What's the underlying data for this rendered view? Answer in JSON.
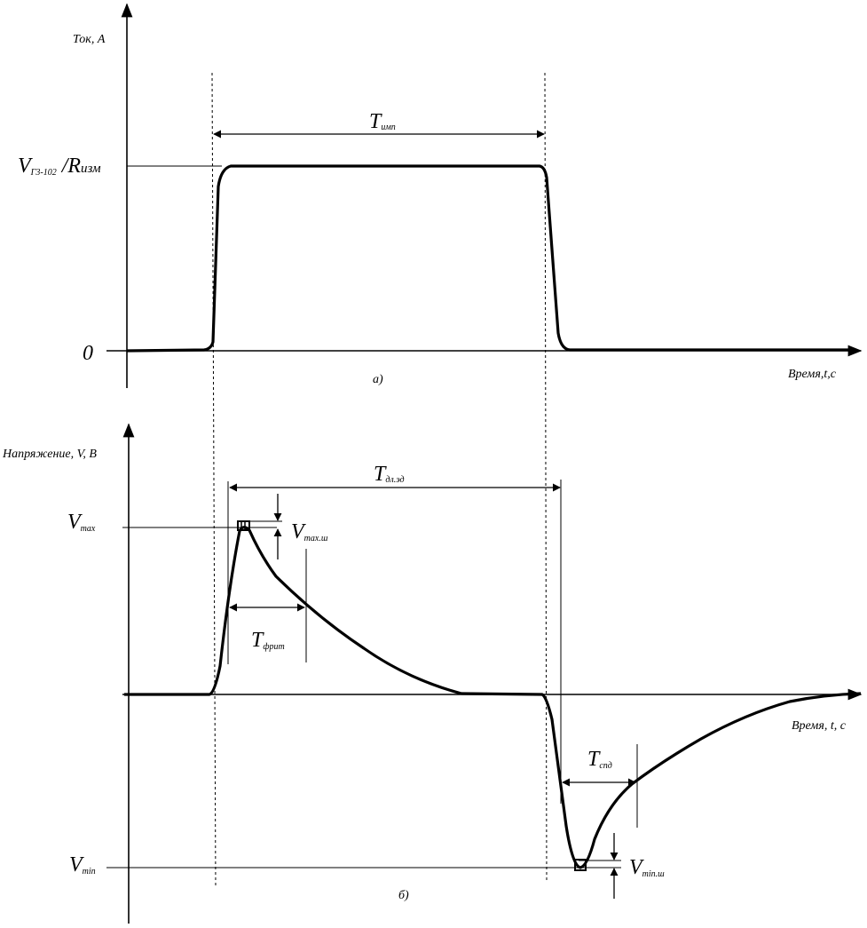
{
  "panel_a": {
    "y_axis_title": "Ток, А",
    "x_axis_title": "Время,t,c",
    "panel_label": "а)",
    "level_main": "V",
    "level_sub": "Г3-102",
    "level_rest": " /R",
    "level_rest_sub": "изм",
    "zero_label": "0",
    "period_main": "T",
    "period_sub": "имп"
  },
  "panel_b": {
    "y_axis_title": "Напряжение, V, В",
    "x_axis_title": "Время, t, c",
    "panel_label": "б)",
    "vmax_main": "V",
    "vmax_sub": "max",
    "vmaxsh_main": "V",
    "vmaxsh_sub": "max.ш",
    "vmin_main": "V",
    "vmin_sub": "min",
    "vminsh_main": "V",
    "vminsh_sub": "min.ш",
    "tdl_main": "T",
    "tdl_sub": "дл.эд",
    "tfr_main": "T",
    "tfr_sub": "фрит",
    "tsp_main": "T",
    "tsp_sub": "спд"
  },
  "colors": {
    "ink": "#000000",
    "background": "#ffffff"
  }
}
